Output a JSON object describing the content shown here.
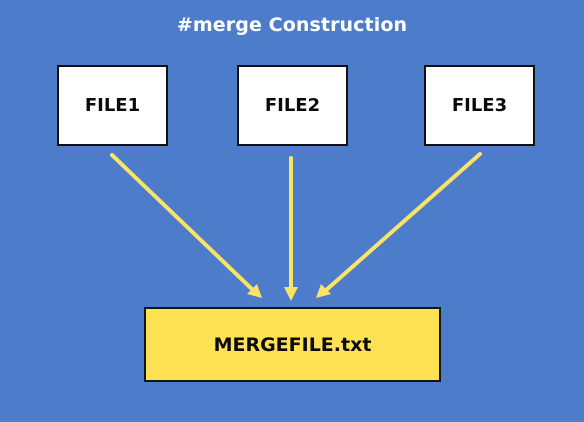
{
  "title": "#merge Construction",
  "files": [
    {
      "label": "FILE1"
    },
    {
      "label": "FILE2"
    },
    {
      "label": "FILE3"
    }
  ],
  "merge_file": {
    "label": "MERGEFILE.txt"
  },
  "colors": {
    "background": "#4d7ccb",
    "file_box": "#ffffff",
    "merge_box": "#ffe154",
    "arrow": "#fbe465",
    "border": "#111111",
    "title_text": "#ffffff"
  }
}
